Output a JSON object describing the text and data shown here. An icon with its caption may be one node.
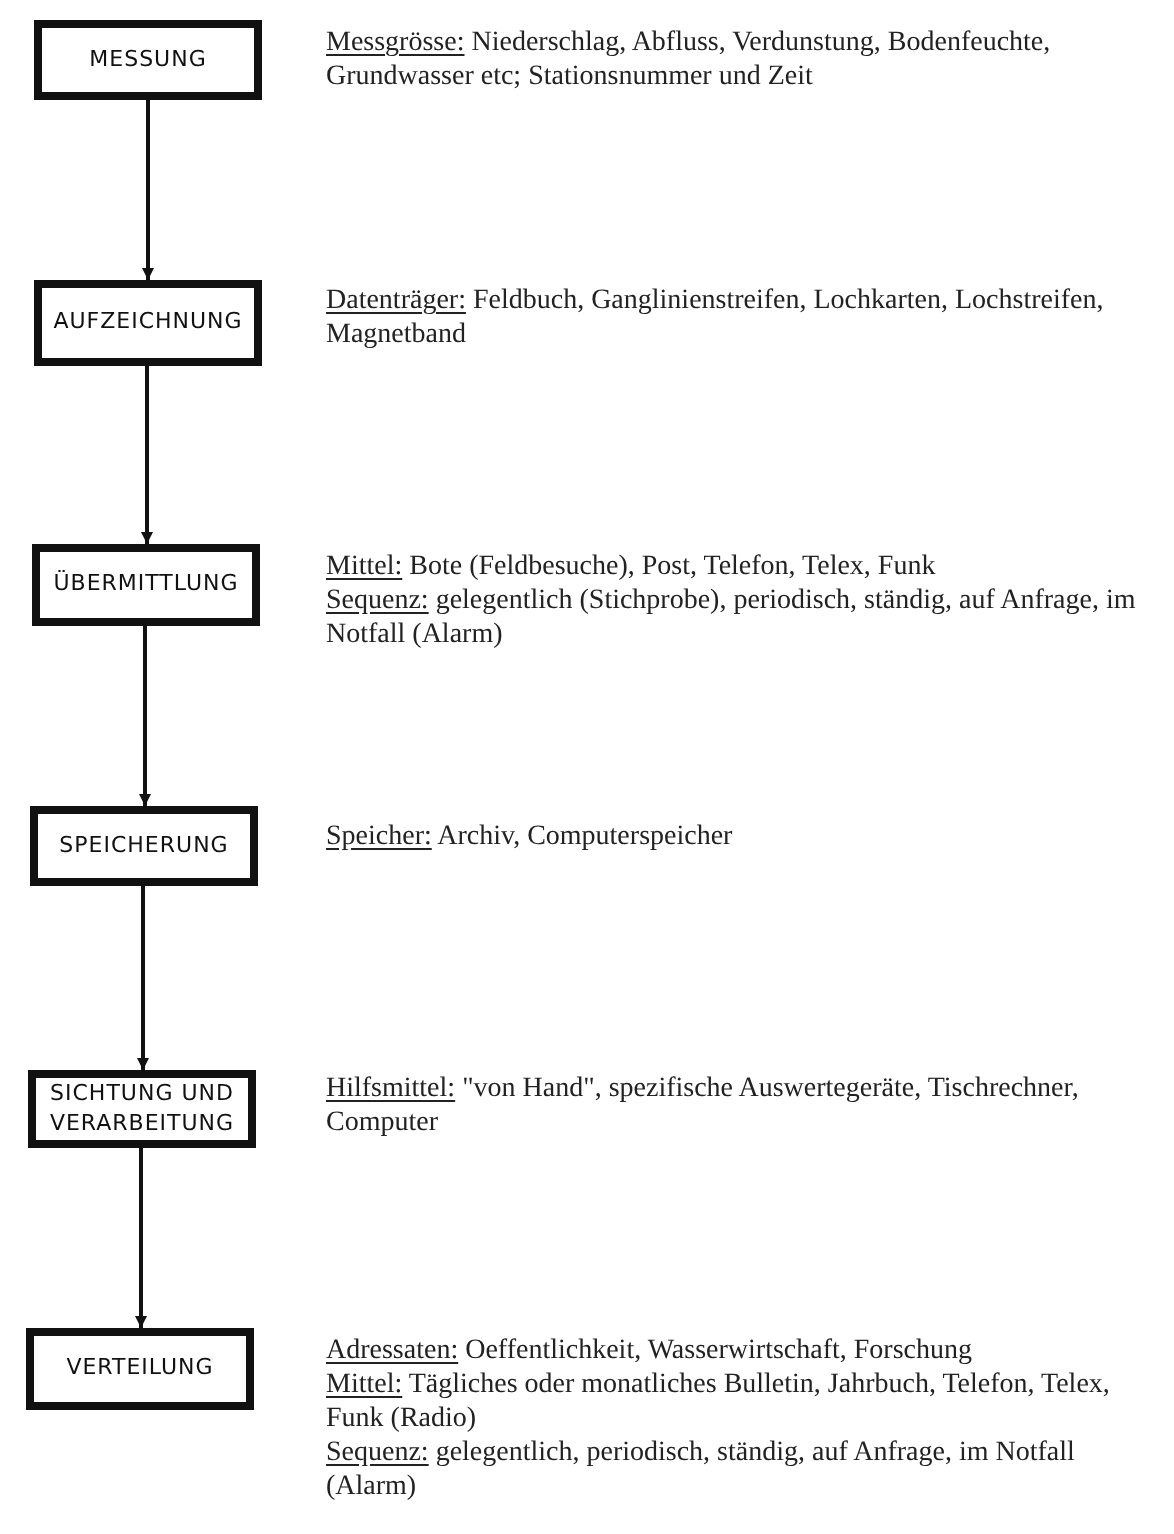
{
  "diagram": {
    "nodes": [
      {
        "text": [
          "MESSUNG"
        ],
        "beside": [
          "Messgrösse: Niederschlag, Abfluss, Verdunstung, Bodenfeuchte, Grundwasser etc; Stationsnummer und Zeit"
        ]
      },
      {
        "text": [
          "AUFZEICHNUNG"
        ],
        "beside": [
          "Datenträger: Feldbuch, Ganglinienstreifen, Lochkarten, Lochstreifen, Magnetband"
        ]
      },
      {
        "text": [
          "ÜBERMITTLUNG"
        ],
        "beside": [
          "Mittel: Bote (Feldbesuche), Post, Telefon, Telex, Funk",
          "Sequenz: gelegentlich (Stichprobe), periodisch, ständig, auf Anfrage, im Notfall (Alarm)"
        ]
      },
      {
        "text": [
          "SPEICHERUNG"
        ],
        "beside": [
          "Speicher: Archiv, Computerspeicher"
        ]
      },
      {
        "text": [
          "SICHTUNG UND VERARBEITUNG"
        ],
        "beside": [
          "Hilfsmittel: \"von Hand\", spezifische Auswertegeräte, Tischrechner, Computer"
        ]
      },
      {
        "text": [
          "VERTEILUNG"
        ],
        "beside": [
          "Adressaten: Oeffentlichkeit, Wasserwirtschaft, Forschung",
          "Mittel: Tägliches oder monatliches Bulletin, Jahrbuch, Telefon, Telex, Funk (Radio)",
          "Sequenz: gelegentlich, periodisch, ständig, auf Anfrage, im Notfall (Alarm)"
        ]
      }
    ],
    "edges": [
      {
        "from": 0,
        "to": 1,
        "arrow": "to"
      },
      {
        "from": 1,
        "to": 2,
        "arrow": "to"
      },
      {
        "from": 2,
        "to": 3,
        "arrow": "to"
      },
      {
        "from": 3,
        "to": 4,
        "arrow": "to"
      },
      {
        "from": 4,
        "to": 5,
        "arrow": "to"
      }
    ]
  }
}
